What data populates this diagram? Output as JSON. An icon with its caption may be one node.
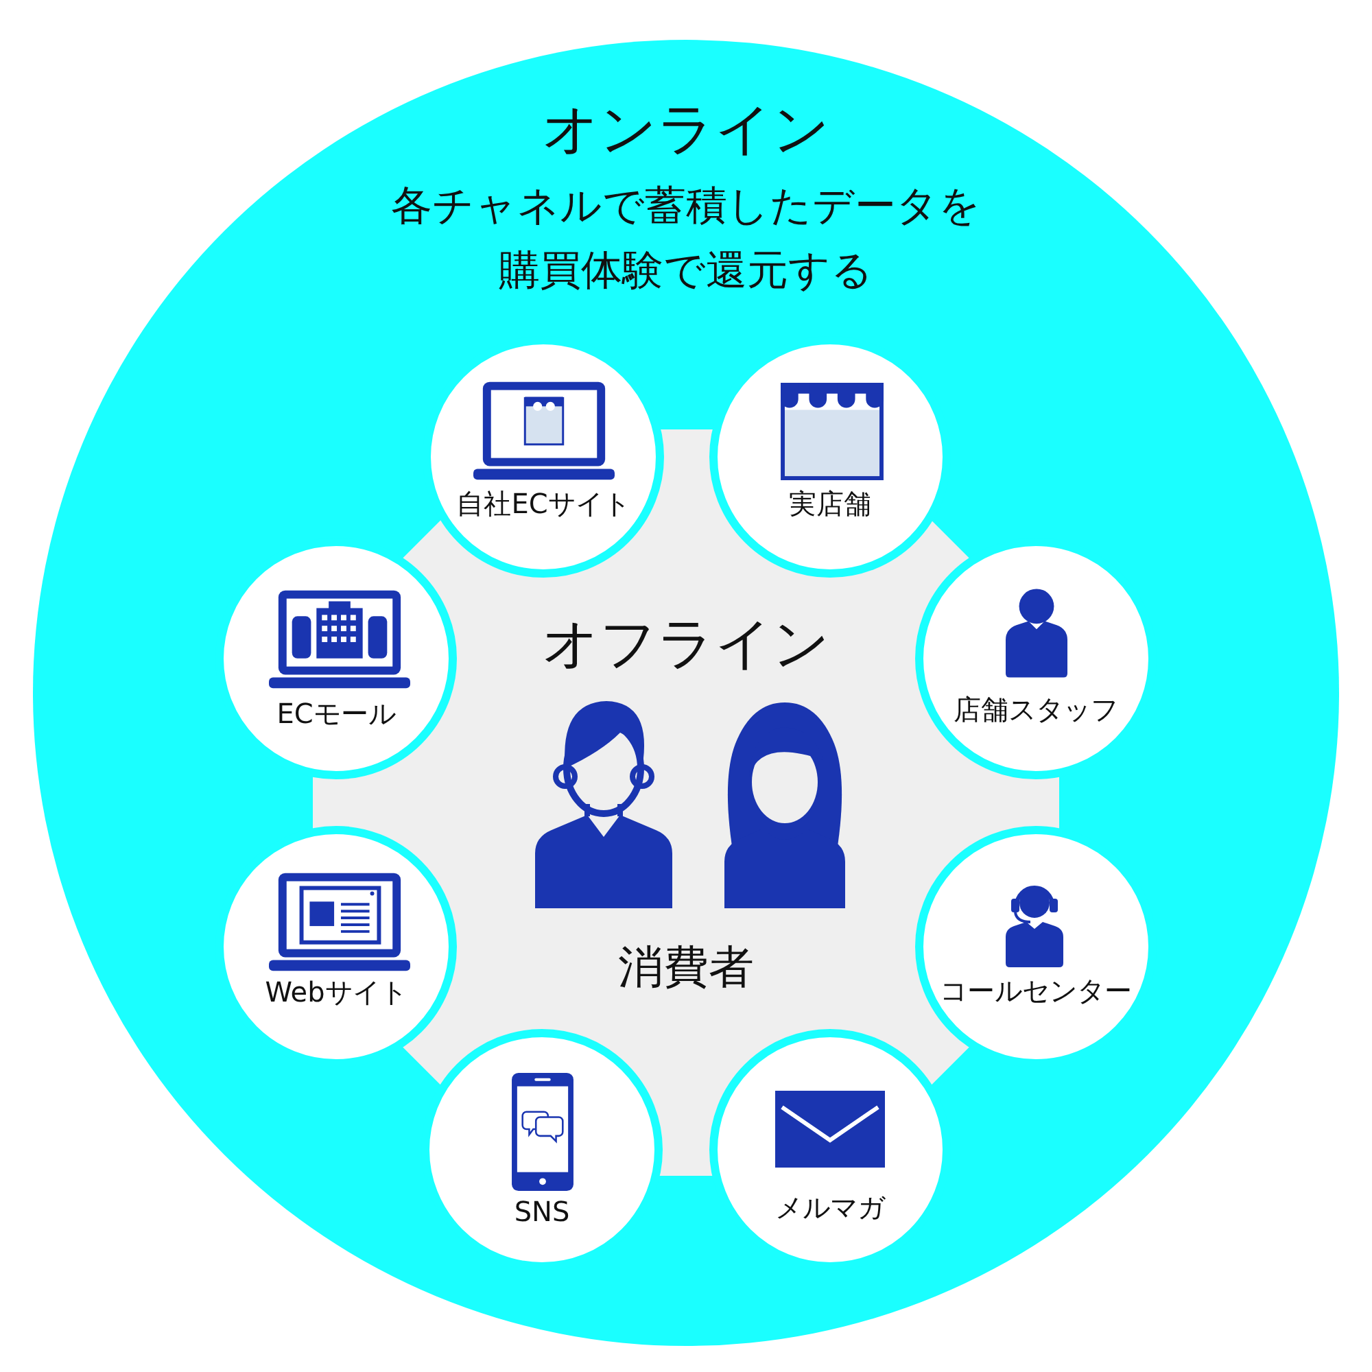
{
  "diagram": {
    "nodes": [
      {
        "text": [
          "オンライン",
          "各チャネルで蓄積したデータを購買体験で還元する"
        ]
      },
      {
        "text": [
          "オフライン",
          "消費者"
        ],
        "in": 0
      },
      {
        "text": [
          "自社ECサイト"
        ],
        "in": 0
      },
      {
        "text": [
          "実店舗"
        ],
        "in": 0
      },
      {
        "text": [
          "ECモール"
        ],
        "in": 0
      },
      {
        "text": [
          "店舗スタッフ"
        ],
        "in": 0
      },
      {
        "text": [
          "Webサイト"
        ],
        "in": 0
      },
      {
        "text": [
          "コールセンター"
        ],
        "in": 0
      },
      {
        "text": [
          "SNS"
        ],
        "in": 0
      },
      {
        "text": [
          "メルマガ"
        ],
        "in": 0
      }
    ]
  }
}
